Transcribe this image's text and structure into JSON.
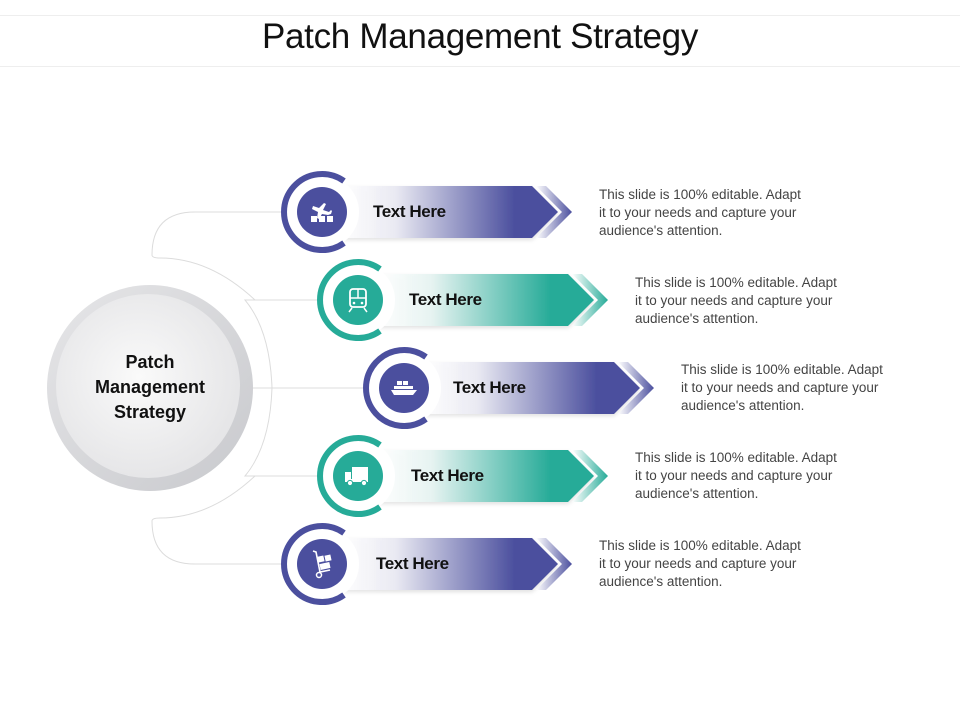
{
  "title": "Patch Management Strategy",
  "hub": {
    "lines": [
      "Patch",
      "Management",
      "Strategy"
    ]
  },
  "colors": {
    "purple": "#4b4f9e",
    "teal": "#26ab98",
    "hub_ring": "#cfd0d4",
    "connector": "#dcdcdc"
  },
  "steps": [
    {
      "label": "Text Here",
      "icon": "airplane-cargo-icon",
      "color": "purple",
      "description": "This slide is 100% editable. Adapt it to your needs and capture your audience's attention.",
      "desc_lines": [
        "This slide is 100% editable.  Adapt",
        "it to your needs and capture your",
        "audience's attention."
      ]
    },
    {
      "label": "Text Here",
      "icon": "train-icon",
      "color": "teal",
      "description": "This slide is 100% editable. Adapt it to your needs and capture your audience's attention.",
      "desc_lines": [
        "This slide is 100% editable.  Adapt",
        "it to your needs and capture your",
        "audience's attention."
      ]
    },
    {
      "label": "Text Here",
      "icon": "cargo-ship-icon",
      "color": "purple",
      "description": "This slide is 100% editable. Adapt it to your needs and capture your audience's attention.",
      "desc_lines": [
        "This slide is 100% editable.  Adapt",
        "it to your needs and capture your",
        "audience's attention."
      ]
    },
    {
      "label": "Text Here",
      "icon": "delivery-truck-icon",
      "color": "teal",
      "description": "This slide is 100% editable. Adapt it to your needs and capture your audience's attention.",
      "desc_lines": [
        "This slide is 100% editable.  Adapt",
        "it to your needs and capture your",
        "audience's attention."
      ]
    },
    {
      "label": "Text Here",
      "icon": "hand-truck-boxes-icon",
      "color": "purple",
      "description": "This slide is 100% editable. Adapt it to your needs and capture your audience's attention.",
      "desc_lines": [
        "This slide is 100% editable.  Adapt",
        "it to your needs and capture your",
        "audience's attention."
      ]
    }
  ]
}
